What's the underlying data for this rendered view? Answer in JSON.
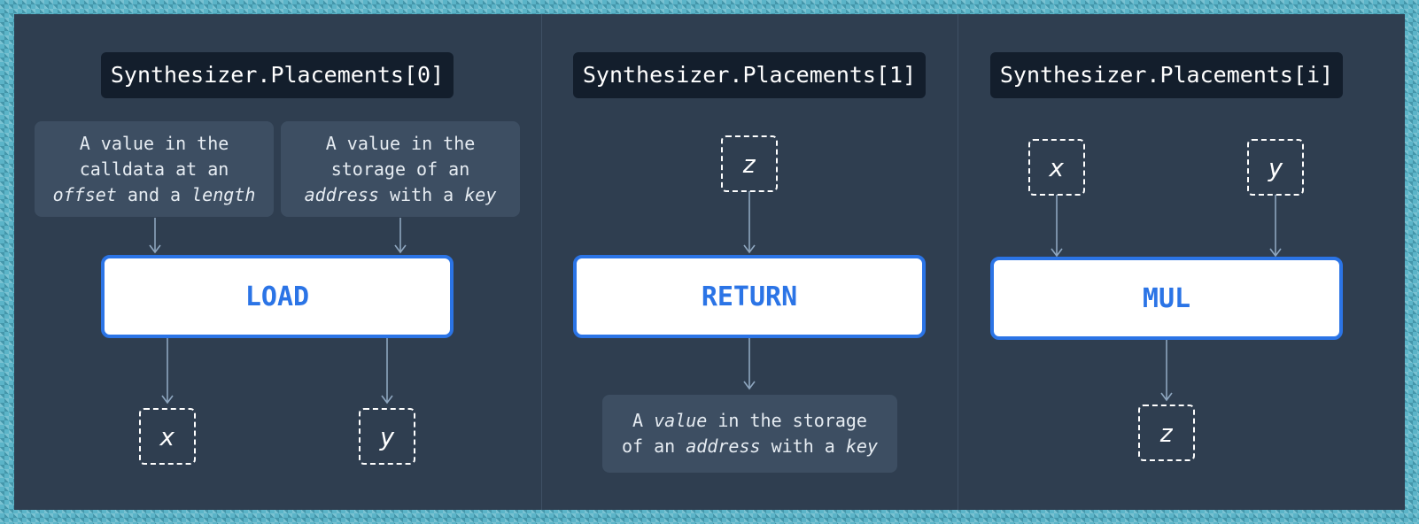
{
  "panels": [
    {
      "title": "Synthesizer.Placements[0]",
      "op": "LOAD",
      "notes": [
        {
          "t1": "A value in the",
          "t2": "calldata at an",
          "i1": "offset",
          "m": " and a ",
          "i2": "length"
        },
        {
          "t1": "A value in the",
          "t2": "storage of an",
          "i1": "address",
          "m": " with a ",
          "i2": "key"
        }
      ],
      "outputs": [
        "x",
        "y"
      ]
    },
    {
      "title": "Synthesizer.Placements[1]",
      "op": "RETURN",
      "inputs": [
        "z"
      ],
      "note": {
        "a": "A ",
        "i1": "value",
        "b": " in the storage",
        "c": "of an ",
        "i2": "address",
        "d": " with a ",
        "i3": "key"
      }
    },
    {
      "title": "Synthesizer.Placements[i]",
      "op": "MUL",
      "inputs": [
        "x",
        "y"
      ],
      "outputs": [
        "z"
      ]
    }
  ],
  "colors": {
    "accent": "#2b74e6",
    "panel_bg": "#2f3e50",
    "title_bg": "#131e2c",
    "note_bg": "#3d4e62"
  }
}
